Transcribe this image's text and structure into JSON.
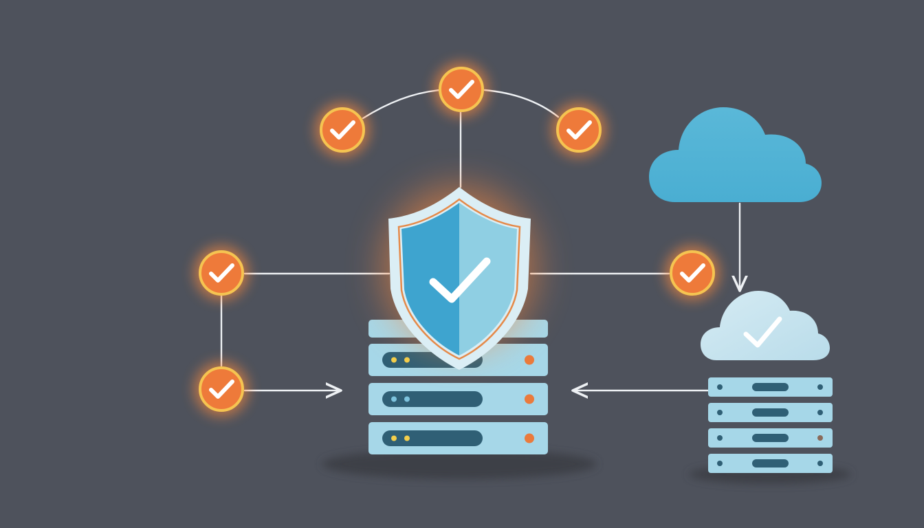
{
  "colors": {
    "background": "#4e525c",
    "connector": "#eef1f4",
    "check_node_fill": "#ee7a3a",
    "check_node_ring": "#f5c451",
    "check_node_glow": "#ff8a3c",
    "check_mark": "#ffffff",
    "shield_left": "#3ea4cf",
    "shield_right": "#8fcfe3",
    "shield_border": "#dbeef5",
    "shield_accent": "#e58a4a",
    "server_panel": "#a6d7e8",
    "server_slot": "#2f5f75",
    "led_yellow": "#f3cf4b",
    "led_blue": "#7dc3dd",
    "led_orange": "#ea7a3c",
    "cloud_blue": "#5ab8d8",
    "cloud_light": "#d5ebf3",
    "shadow": "#3c3f47"
  },
  "icons": {
    "check_node": "check-circle-icon",
    "shield": "shield-check-icon",
    "cloud": "cloud-icon",
    "cloud_verified": "cloud-check-icon",
    "server": "server-stack-icon"
  },
  "diagram": {
    "check_nodes": [
      "top-left",
      "top-center",
      "top-right",
      "mid-left",
      "mid-right",
      "bottom-left"
    ],
    "main_server": {
      "units": [
        {
          "leds": "yellow",
          "status_led": "orange"
        },
        {
          "leds": "blue",
          "status_led": "orange"
        },
        {
          "leds": "yellow",
          "status_led": "orange"
        }
      ]
    },
    "remote_server": {
      "unit_count": 4
    }
  }
}
